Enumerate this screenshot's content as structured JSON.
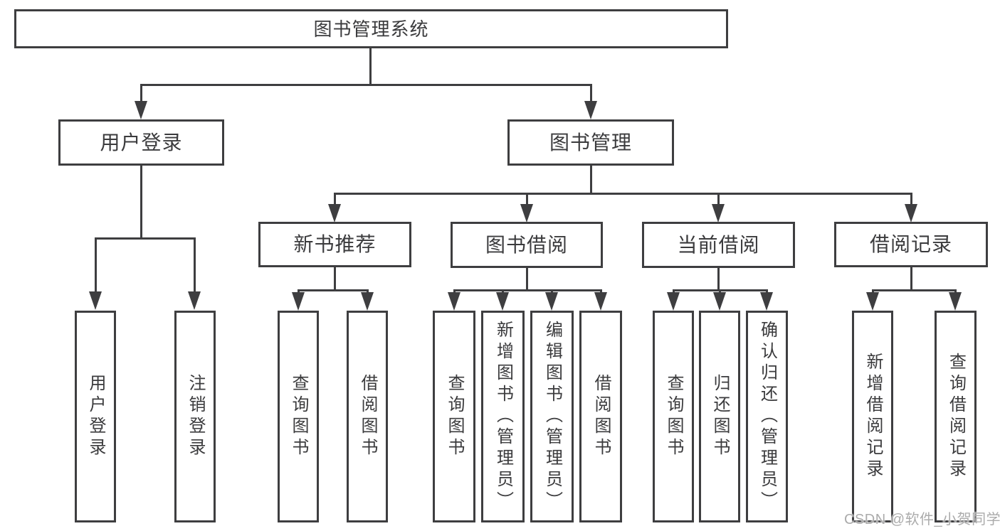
{
  "tree": {
    "label": "图书管理系统",
    "children": [
      {
        "label": "用户登录",
        "children": [
          {
            "label": "用户登录"
          },
          {
            "label": "注销登录"
          }
        ]
      },
      {
        "label": "图书管理",
        "children": [
          {
            "label": "新书推荐",
            "children": [
              {
                "label": "查询图书"
              },
              {
                "label": "借阅图书"
              }
            ]
          },
          {
            "label": "图书借阅",
            "children": [
              {
                "label": "查询图书"
              },
              {
                "label": "新增图书（管理员）"
              },
              {
                "label": "编辑图书（管理员）"
              },
              {
                "label": "借阅图书"
              }
            ]
          },
          {
            "label": "当前借阅",
            "children": [
              {
                "label": "查询图书"
              },
              {
                "label": "归还图书"
              },
              {
                "label": "确认归还（管理员）"
              }
            ]
          },
          {
            "label": "借阅记录",
            "children": [
              {
                "label": "新增借阅记录"
              },
              {
                "label": "查询借阅记录"
              }
            ]
          }
        ]
      }
    ]
  },
  "watermark": {
    "text": "CSDN @软件_小贺同学"
  },
  "colors": {
    "line": "#3e3e40",
    "text": "#3b3b3d",
    "background": "#ffffff",
    "watermark": "#ababab"
  }
}
